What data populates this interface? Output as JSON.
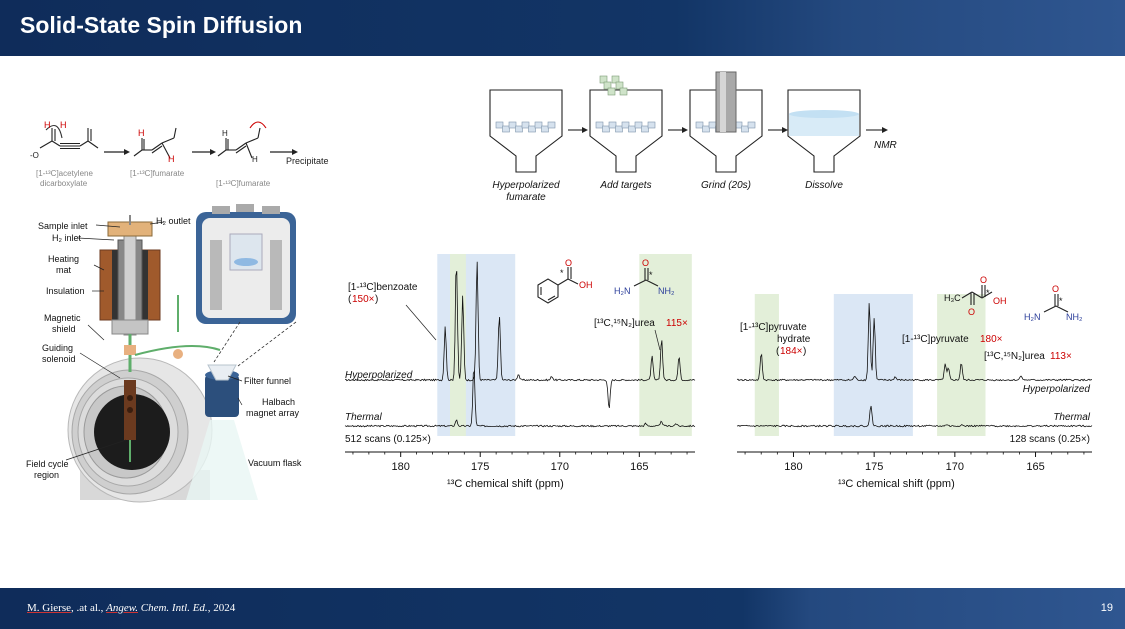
{
  "slide": {
    "title": "Solid-State Spin Diffusion",
    "page_number": "19"
  },
  "footer": {
    "author": "M. Gierse",
    "author_suffix": ", .at al.,",
    "journal_1": "Angew.",
    "journal_2": "Chem. Intl. Ed.",
    "year": ", 2024"
  },
  "reaction": {
    "compound_1_line1": "[1-¹³C]acetylene",
    "compound_1_line2": "dicarboxylate",
    "compound_2": "[1-¹³C]fumarate",
    "compound_3": "[1-¹³C]fumarate",
    "end_label": "Precipitate",
    "h_label": "H",
    "o_minus": "-O"
  },
  "workflow": {
    "steps": [
      "Hyperpolarized",
      "Add targets",
      "Grind (20s)",
      "Dissolve"
    ],
    "step1_line2": "fumarate",
    "end_label": "NMR"
  },
  "apparatus": {
    "labels": {
      "sample_inlet": "Sample inlet",
      "h2_outlet": "H₂ outlet",
      "h2_inlet": "H₂ inlet",
      "heating_mat_1": "Heating",
      "heating_mat_2": "mat",
      "insulation": "Insulation",
      "magnetic_shield_1": "Magnetic",
      "magnetic_shield_2": "shield",
      "guiding_solenoid_1": "Guiding",
      "guiding_solenoid_2": "solenoid",
      "filter_funnel": "Filter funnel",
      "halbach_1": "Halbach",
      "halbach_2": "magnet array",
      "field_cycle_1": "Field cycle",
      "field_cycle_2": "region",
      "vacuum_flask": "Vacuum flask"
    }
  },
  "spectrum_left": {
    "label_benzoate": "[1-¹³C]benzoate",
    "benzoate_factor": "150×",
    "label_urea": "[¹³C,¹⁵N₂]urea",
    "urea_factor": "115×",
    "trace_hyper": "Hyperpolarized",
    "trace_thermal": "Thermal",
    "scans": "512 scans (0.125×)",
    "xlabel": "¹³C chemical shift (ppm)",
    "oh": "OH",
    "o": "O",
    "nh2_left": "H₂N",
    "nh2_right": "NH₂",
    "star": "*"
  },
  "spectrum_right": {
    "label_pyruvate_hydrate_1": "[1-¹³C]pyruvate",
    "label_pyruvate_hydrate_2": "hydrate",
    "hydrate_factor": "184×",
    "label_pyruvate": "[1-¹³C]pyruvate",
    "pyruvate_factor": "180×",
    "label_urea": "[¹³C,¹⁵N₂]urea",
    "urea_factor": "113×",
    "trace_hyper": "Hyperpolarized",
    "trace_thermal": "Thermal",
    "scans": "128 scans (0.25×)",
    "xlabel": "¹³C chemical shift (ppm)",
    "h3c": "H₃C",
    "oh": "OH",
    "o": "O",
    "nh2_left": "H₂N",
    "nh2_right": "NH₂",
    "star": "*"
  },
  "chart_data": [
    {
      "type": "line",
      "x_reversed": true,
      "xlim": [
        183.5,
        161.5
      ],
      "xticks": [
        180,
        175,
        170,
        165
      ],
      "xlabel": "¹³C chemical shift (ppm)",
      "highlight_bands": [
        {
          "from": 177.7,
          "to": 172.8,
          "color": "#dbe7f5"
        },
        {
          "from": 176.9,
          "to": 175.9,
          "color": "#e3efd9"
        },
        {
          "from": 165.0,
          "to": 161.7,
          "color": "#e3efd9"
        }
      ],
      "series": [
        {
          "name": "Hyperpolarized",
          "baseline": 0,
          "peaks": [
            [
              177.2,
              0.45
            ],
            [
              176.5,
              1.0
            ],
            [
              176.1,
              0.7
            ],
            [
              175.2,
              1.0
            ],
            [
              173.8,
              0.55
            ],
            [
              172.6,
              0.05
            ],
            [
              170.5,
              0.03
            ],
            [
              166.9,
              -0.25
            ],
            [
              164.2,
              0.2
            ],
            [
              163.6,
              0.35
            ],
            [
              162.5,
              0.2
            ]
          ]
        },
        {
          "name": "Thermal",
          "baseline": 0,
          "peaks": [
            [
              176.5,
              0.1
            ],
            [
              175.4,
              1.0
            ],
            [
              163.6,
              0.08
            ],
            [
              164.6,
              0.04
            ],
            [
              162.7,
              0.04
            ]
          ]
        }
      ]
    },
    {
      "type": "line",
      "x_reversed": true,
      "xlim": [
        183.5,
        161.5
      ],
      "xticks": [
        180,
        175,
        170,
        165
      ],
      "xlabel": "¹³C chemical shift (ppm)",
      "highlight_bands": [
        {
          "from": 182.4,
          "to": 180.9,
          "color": "#e3efd9"
        },
        {
          "from": 177.5,
          "to": 172.6,
          "color": "#dbe7f5"
        },
        {
          "from": 171.1,
          "to": 168.1,
          "color": "#e3efd9"
        }
      ],
      "series": [
        {
          "name": "Hyperpolarized",
          "baseline": 0,
          "peaks": [
            [
              182.0,
              0.35
            ],
            [
              176.2,
              0.05
            ],
            [
              175.3,
              1.0
            ],
            [
              175.0,
              0.8
            ],
            [
              173.7,
              0.04
            ],
            [
              170.6,
              0.2
            ],
            [
              170.4,
              0.15
            ],
            [
              169.6,
              0.22
            ],
            [
              165.9,
              0.06
            ]
          ]
        },
        {
          "name": "Thermal",
          "baseline": 0,
          "peaks": [
            [
              175.2,
              0.75
            ],
            [
              170.5,
              0.06
            ],
            [
              169.6,
              0.05
            ]
          ]
        }
      ]
    }
  ]
}
